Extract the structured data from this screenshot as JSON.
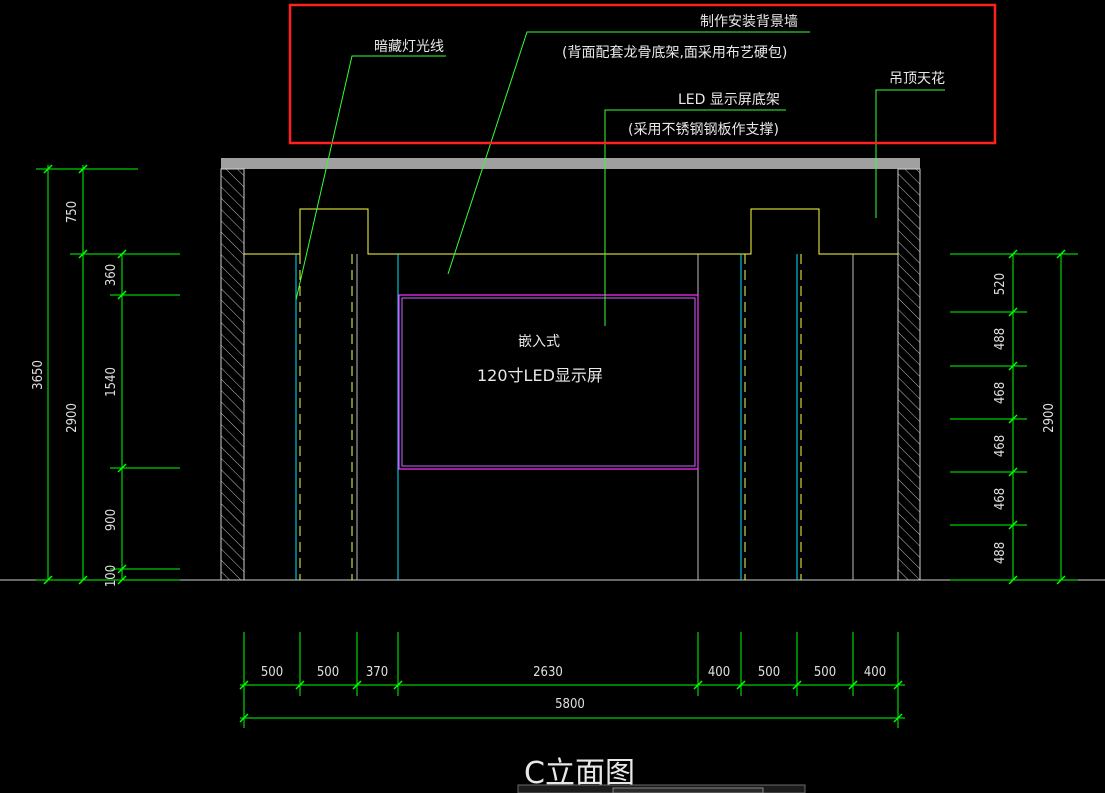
{
  "annotations": {
    "hidden_light": "暗藏灯光线",
    "bg_wall_line1": "制作安装背景墙",
    "bg_wall_line2": "(背面配套龙骨底架,面采用布艺硬包)",
    "led_frame_line1": "LED 显示屏底架",
    "led_frame_line2": "(采用不锈钢钢板作支撑)",
    "ceiling": "吊顶天花",
    "screen_line1": "嵌入式",
    "screen_line2": "120寸LED显示屏"
  },
  "drawing_title": "C立面图",
  "dimensions": {
    "left_overall": "3650",
    "left_height": "2900",
    "left_segments": [
      "750",
      "360",
      "1540",
      "900",
      "100"
    ],
    "right_height": "2900",
    "right_segments": [
      "520",
      "488",
      "468",
      "468",
      "468",
      "488"
    ],
    "bottom_segments": [
      "500",
      "500",
      "370",
      "2630",
      "400",
      "500",
      "500",
      "400"
    ],
    "bottom_total": "5800"
  },
  "colors": {
    "highlight_box": "#ff2020",
    "dim_lines": "#00ff00",
    "yellow_lines": "#ffff44",
    "cyan_lines": "#00e5ff",
    "screen_frame": "#ff33ff",
    "leader_lines": "#33ff33",
    "ceiling_bar": "#a0a0a0"
  }
}
